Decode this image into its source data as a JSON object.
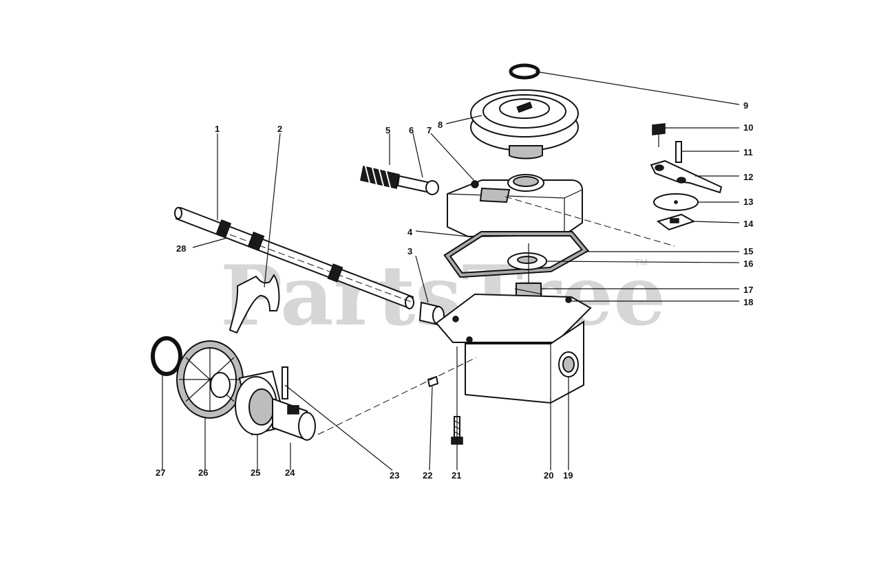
{
  "watermark": {
    "text": "PartsTree",
    "trademark": "TM"
  },
  "callouts": {
    "c1": "1",
    "c2": "2",
    "c3": "3",
    "c4": "4",
    "c5": "5",
    "c6": "6",
    "c7": "7",
    "c8": "8",
    "c9": "9",
    "c10": "10",
    "c11": "11",
    "c12": "12",
    "c13": "13",
    "c14": "14",
    "c15": "15",
    "c16": "16",
    "c17": "17",
    "c18": "18",
    "c19": "19",
    "c20": "20",
    "c21": "21",
    "c22": "22",
    "c23": "23",
    "c24": "24",
    "c25": "25",
    "c26": "26",
    "c27": "27",
    "c28": "28"
  }
}
